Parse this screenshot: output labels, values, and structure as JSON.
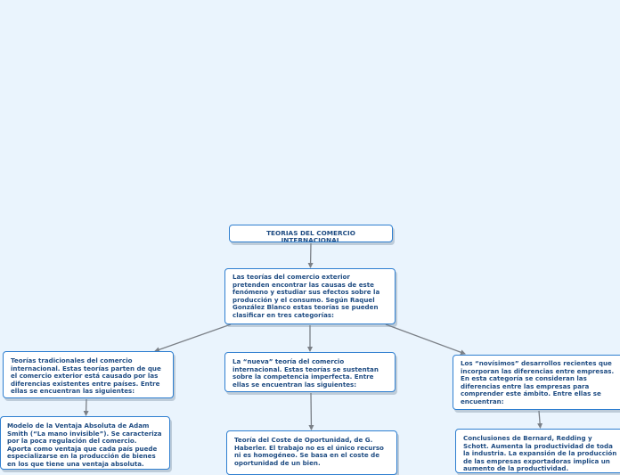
{
  "diagram": {
    "colors": {
      "background": "#eaf4fd",
      "node_border": "#2f7fd0",
      "node_text": "#1f4c82",
      "connector": "#7a7f86"
    },
    "nodes": {
      "root": "TEORIAS DEL COMERCIO INTERNACIONAL",
      "intro": "Las teorías del comercio exterior pretenden encontrar las causas de este fenómeno y estudiar sus efectos sobre la producción y el consumo. Según Raquel González Blanco estas teorías se pueden clasificar en tres categorías:",
      "tradicionales": "Teorías tradicionales del comercio internacional. Estas teorías parten de que el comercio exterior está causado por las diferencias existentes entre países. Entre ellas se encuentran las siguientes:",
      "nueva": "La “nueva” teoría del comercio internacional. Estas teorías se sustentan sobre la competencia imperfecta. Entre ellas se encuentran las siguientes:",
      "novisimos": "Los “novísimos” desarrollos recientes que incorporan las diferencias entre empresas. En esta categoría se consideran las diferencias entre las empresas para comprender este ámbito. Entre ellas se encuentran:",
      "smith": "Modelo de la Ventaja Absoluta de Adam Smith (“La mano invisible”). Se caracteriza por la poca regulación del comercio. Aporta como ventaja que cada país puede especializarse en la producción de bienes en los que tiene una ventaja absoluta.",
      "haberler": "Teoría del Coste de Oportunidad, de G. Haberler. El trabajo no es el único recurso ni es homogéneo. Se basa en el coste de oportunidad de un bien.",
      "bernard": "Conclusiones de Bernard, Redding y Schott. Aumenta la productividad de toda la industria. La expansión de la producción de las empresas exportadoras implica un aumento de la productividad."
    }
  }
}
